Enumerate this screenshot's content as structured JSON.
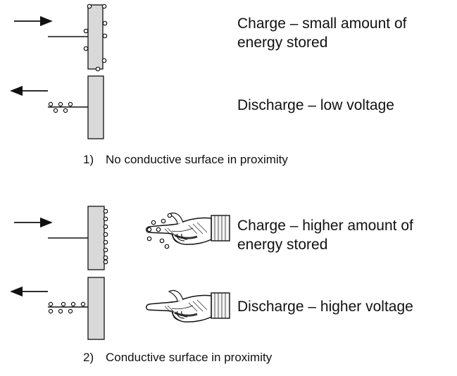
{
  "colors": {
    "plate_fill": "#d9d9d9",
    "plate_stroke": "#111111",
    "charge_fill": "#ffffff",
    "ink": "#111111",
    "cuff": "#f4f4f4"
  },
  "scenario_1": {
    "charge_caption": "Charge – small amount of energy stored",
    "discharge_caption": "Discharge – low voltage",
    "number": "1)",
    "label": "No conductive surface in proximity"
  },
  "scenario_2": {
    "charge_caption": "Charge – higher amount of energy stored",
    "discharge_caption": "Discharge – higher voltage",
    "number": "2)",
    "label": "Conductive surface in proximity"
  },
  "icons": [
    "arrow-right-icon",
    "arrow-left-icon",
    "pointing-hand-icon"
  ]
}
